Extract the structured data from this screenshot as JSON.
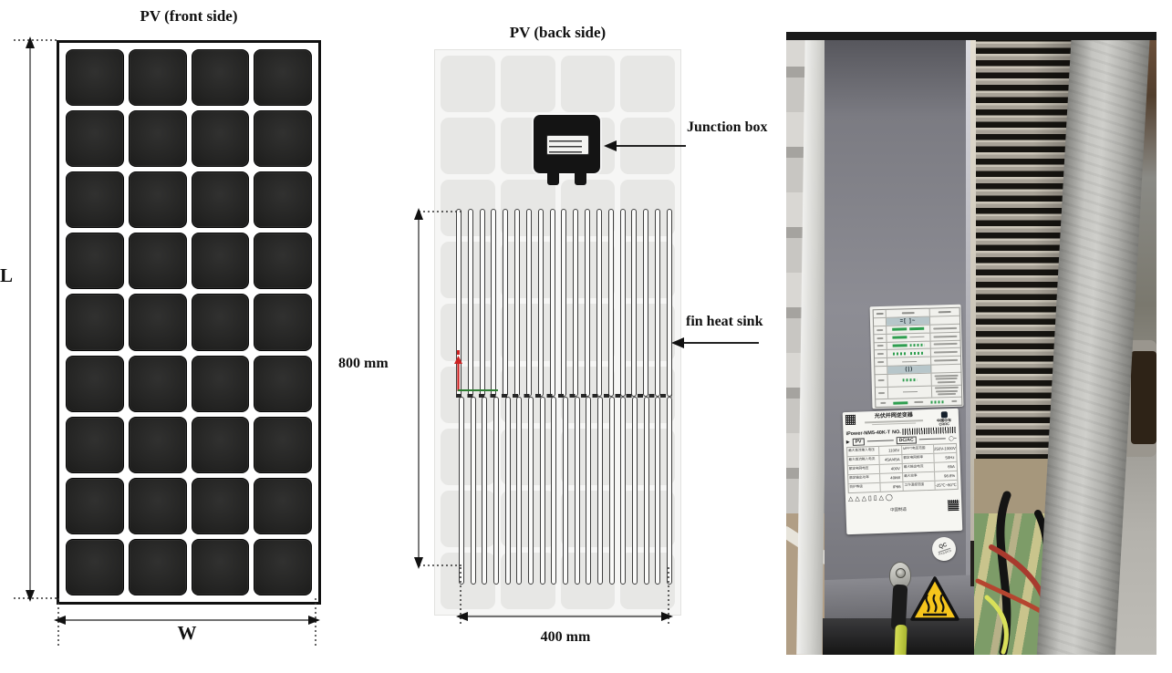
{
  "front": {
    "title": "PV (front side)",
    "length_label": "L",
    "width_label": "W",
    "grid": {
      "rows": 9,
      "cols": 4
    }
  },
  "back": {
    "title": "PV (back side)",
    "height_label": "800 mm",
    "width_label": "400 mm",
    "junction_box_label": "Junction box",
    "fin_heat_sink_label": "fin heat sink",
    "grid": {
      "rows": 9,
      "cols": 4
    },
    "fin_sections": 2,
    "fins_per_section": 19
  },
  "photo": {
    "qc_sticker": {
      "line1": "QC",
      "line2": "PASSED"
    },
    "nameplate": {
      "title": "光伏并网逆变器",
      "brand_cn": "中国中车",
      "brand_en": "CRRC",
      "model": "iPower-NM5-40K-T",
      "model_no": "NO.",
      "flow": {
        "pv": "PV",
        "converter": "DC/AC",
        "ac": "~"
      },
      "specs": [
        {
          "label": "最大直流输入电压",
          "value": "1100V"
        },
        {
          "label": "MPPT电压范围",
          "value": "250V-1000V"
        },
        {
          "label": "最大直流输入电流",
          "value": "45A/45A"
        },
        {
          "label": "额定电网频率",
          "value": "50Hz"
        },
        {
          "label": "额定电网电压",
          "value": "400V"
        },
        {
          "label": "最大输出电流",
          "value": "65A"
        },
        {
          "label": "额定输出功率",
          "value": "40kW"
        },
        {
          "label": "最大效率",
          "value": "98.8%"
        },
        {
          "label": "防护等级",
          "value": "IP66"
        },
        {
          "label": "工作温度范围",
          "value": "-25℃~60℃"
        }
      ],
      "warning_icons": "△ △ △ ▯ ▯ △ ◯",
      "origin": "中国制造"
    },
    "led_panel": {
      "rows": [
        {
          "type": "header"
        },
        {
          "type": "icons",
          "glyphs": "=[  ]~"
        },
        {
          "type": "led",
          "p1": "solid",
          "p2": "solid"
        },
        {
          "type": "led",
          "p1": "solid",
          "p2": "line"
        },
        {
          "type": "led",
          "p1": "solid",
          "p2": "dots"
        },
        {
          "type": "led",
          "p1": "dots",
          "p2": "dots"
        },
        {
          "type": "led",
          "p1": "line",
          "p2": "none"
        },
        {
          "type": "icons",
          "glyphs": "(|)"
        },
        {
          "type": "ledtall",
          "p1": "dots",
          "p2": "none"
        },
        {
          "type": "ledtall",
          "p1": "line",
          "p2": "none"
        },
        {
          "type": "legend"
        }
      ]
    }
  },
  "colors": {
    "led_green": "#2e9e4f",
    "warning_yellow": "#f6c51c",
    "cable_yellow": "#c9d23e",
    "annotation_red": "#cc2222",
    "seam_green": "#2e7d32"
  }
}
